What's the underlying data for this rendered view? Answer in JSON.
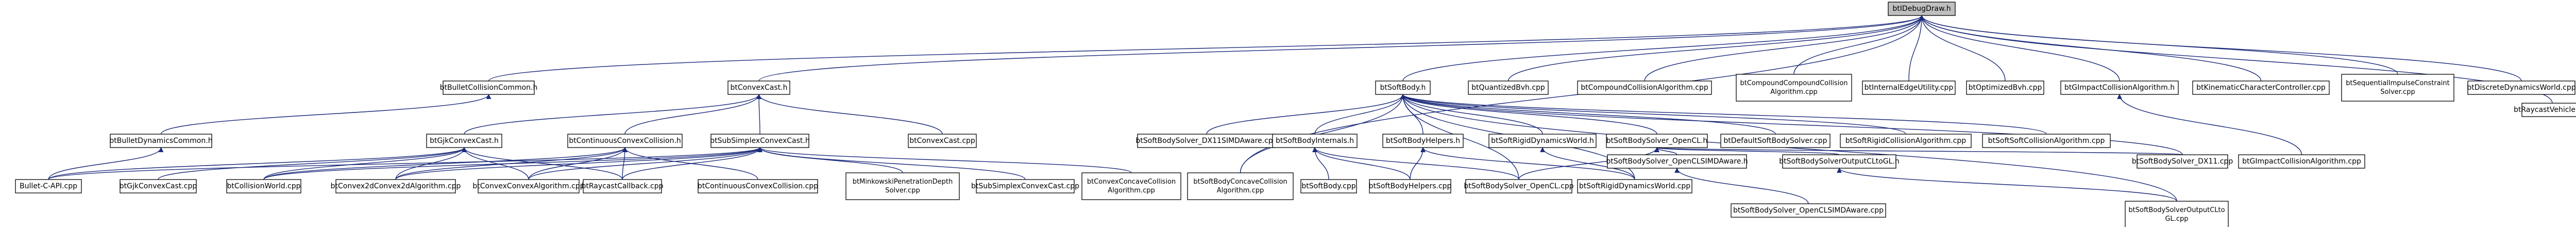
{
  "diagram": {
    "type": "include-dependency-graph",
    "colors": {
      "edge": "#1a2a7a",
      "root_fill": "#bfbfbf",
      "node_fill": "#ffffff",
      "node_border": "#000000"
    },
    "nodes": [
      {
        "id": "root",
        "label": "btIDebugDraw.h",
        "root": true
      },
      {
        "id": "bulletcollisioncommon",
        "label": "btBulletCollisionCommon.h"
      },
      {
        "id": "convexcast",
        "label": "btConvexCast.h"
      },
      {
        "id": "softbody",
        "label": "btSoftBody.h"
      },
      {
        "id": "quantizedbvh",
        "label": "btQuantizedBvh.cpp"
      },
      {
        "id": "compoundcollisionalgorithm",
        "label": "btCompoundCollisionAlgorithm.cpp"
      },
      {
        "id": "compoundcompound",
        "label": [
          "btCompoundCompoundCollision",
          "Algorithm.cpp"
        ]
      },
      {
        "id": "internaledgeutility",
        "label": "btInternalEdgeUtility.cpp"
      },
      {
        "id": "optimizedbvh",
        "label": "btOptimizedBvh.cpp"
      },
      {
        "id": "gimpactalgorithm_h",
        "label": "btGImpactCollisionAlgorithm.h"
      },
      {
        "id": "kinematiccharacter",
        "label": "btKinematicCharacterController.cpp"
      },
      {
        "id": "sequentialimpulse",
        "label": [
          "btSequentialImpulseConstraint",
          "Solver.cpp"
        ]
      },
      {
        "id": "discretedynamicsworld",
        "label": "btDiscreteDynamicsWorld.cpp"
      },
      {
        "id": "raycastvehicle",
        "label": "btRaycastVehicle.cpp"
      },
      {
        "id": "bulletdynamicscommon",
        "label": "btBulletDynamicsCommon.h"
      },
      {
        "id": "gjkconvexcast_h",
        "label": "btGjkConvexCast.h"
      },
      {
        "id": "continuousconvex_h",
        "label": "btContinuousConvexCollision.h"
      },
      {
        "id": "subsimplex_h",
        "label": "btSubSimplexConvexCast.h"
      },
      {
        "id": "convexcast_cpp",
        "label": "btConvexCast.cpp"
      },
      {
        "id": "dx11simd",
        "label": "btSoftBodySolver_DX11SIMDAware.cpp"
      },
      {
        "id": "softbodyinternals",
        "label": "btSoftBodyInternals.h"
      },
      {
        "id": "softbodyhelpers_h",
        "label": "btSoftBodyHelpers.h"
      },
      {
        "id": "softrigiddynamicsworld_h",
        "label": "btSoftRigidDynamicsWorld.h"
      },
      {
        "id": "opencl_h",
        "label": "btSoftBodySolver_OpenCL.h"
      },
      {
        "id": "defaultsoftbodysolver",
        "label": "btDefaultSoftBodySolver.cpp"
      },
      {
        "id": "softrigidcollision",
        "label": "btSoftRigidCollisionAlgorithm.cpp"
      },
      {
        "id": "softsoftcollision",
        "label": "btSoftSoftCollisionAlgorithm.cpp"
      },
      {
        "id": "dx11",
        "label": "btSoftBodySolver_DX11.cpp"
      },
      {
        "id": "gimpactalgorithm_cpp",
        "label": "btGImpactCollisionAlgorithm.cpp"
      },
      {
        "id": "bulletcapi",
        "label": "Bullet-C-API.cpp"
      },
      {
        "id": "gjkconvexcast_cpp",
        "label": "btGjkConvexCast.cpp"
      },
      {
        "id": "collisionworld",
        "label": "btCollisionWorld.cpp"
      },
      {
        "id": "convex2dconvex2d",
        "label": "btConvex2dConvex2dAlgorithm.cpp"
      },
      {
        "id": "convexconvex",
        "label": "btConvexConvexAlgorithm.cpp"
      },
      {
        "id": "raycastcallback",
        "label": "btRaycastCallback.cpp"
      },
      {
        "id": "continuousconvex_cpp",
        "label": "btContinuousConvexCollision.cpp"
      },
      {
        "id": "minkowski",
        "label": [
          "btMinkowskiPenetrationDepth",
          "Solver.cpp"
        ]
      },
      {
        "id": "subsimplex_cpp",
        "label": "btSubSimplexConvexCast.cpp"
      },
      {
        "id": "convexconcave",
        "label": [
          "btConvexConcaveCollision",
          "Algorithm.cpp"
        ]
      },
      {
        "id": "softbodyconcave",
        "label": [
          "btSoftBodyConcaveCollision",
          "Algorithm.cpp"
        ]
      },
      {
        "id": "softbody_cpp",
        "label": "btSoftBody.cpp"
      },
      {
        "id": "softbodyhelpers_cpp",
        "label": "btSoftBodyHelpers.cpp"
      },
      {
        "id": "opencl_cpp",
        "label": "btSoftBodySolver_OpenCL.cpp"
      },
      {
        "id": "softrigiddynamicsworld_cpp",
        "label": "btSoftRigidDynamicsWorld.cpp"
      },
      {
        "id": "openclsimd_h",
        "label": "btSoftBodySolver_OpenCLSIMDAware.h"
      },
      {
        "id": "outputclgl_h",
        "label": "btSoftBodySolverOutputCLtoGL.h"
      },
      {
        "id": "openclsimd_cpp",
        "label": "btSoftBodySolver_OpenCLSIMDAware.cpp"
      },
      {
        "id": "outputclgl_cpp",
        "label": [
          "btSoftBodySolverOutputCLto",
          "GL.cpp"
        ]
      }
    ],
    "edges": [
      [
        "root",
        "bulletcollisioncommon"
      ],
      [
        "root",
        "convexcast"
      ],
      [
        "root",
        "softbody"
      ],
      [
        "root",
        "quantizedbvh"
      ],
      [
        "root",
        "compoundcollisionalgorithm"
      ],
      [
        "root",
        "compoundcompound"
      ],
      [
        "root",
        "internaledgeutility"
      ],
      [
        "root",
        "optimizedbvh"
      ],
      [
        "root",
        "gimpactalgorithm_h"
      ],
      [
        "root",
        "kinematiccharacter"
      ],
      [
        "root",
        "sequentialimpulse"
      ],
      [
        "root",
        "discretedynamicsworld"
      ],
      [
        "root",
        "raycastvehicle"
      ],
      [
        "root",
        "softbodyconcave"
      ],
      [
        "bulletcollisioncommon",
        "bulletdynamicscommon"
      ],
      [
        "bulletdynamicscommon",
        "bulletcapi"
      ],
      [
        "convexcast",
        "gjkconvexcast_h"
      ],
      [
        "convexcast",
        "continuousconvex_h"
      ],
      [
        "convexcast",
        "subsimplex_h"
      ],
      [
        "convexcast",
        "convexcast_cpp"
      ],
      [
        "gjkconvexcast_h",
        "bulletcapi"
      ],
      [
        "gjkconvexcast_h",
        "gjkconvexcast_cpp"
      ],
      [
        "gjkconvexcast_h",
        "collisionworld"
      ],
      [
        "gjkconvexcast_h",
        "convex2dconvex2d"
      ],
      [
        "gjkconvexcast_h",
        "convexconvex"
      ],
      [
        "gjkconvexcast_h",
        "raycastcallback"
      ],
      [
        "continuousconvex_h",
        "collisionworld"
      ],
      [
        "continuousconvex_h",
        "convex2dconvex2d"
      ],
      [
        "continuousconvex_h",
        "convexconvex"
      ],
      [
        "continuousconvex_h",
        "raycastcallback"
      ],
      [
        "continuousconvex_h",
        "continuousconvex_cpp"
      ],
      [
        "subsimplex_h",
        "bulletcapi"
      ],
      [
        "subsimplex_h",
        "collisionworld"
      ],
      [
        "subsimplex_h",
        "convex2dconvex2d"
      ],
      [
        "subsimplex_h",
        "convexconvex"
      ],
      [
        "subsimplex_h",
        "raycastcallback"
      ],
      [
        "subsimplex_h",
        "minkowski"
      ],
      [
        "subsimplex_h",
        "subsimplex_cpp"
      ],
      [
        "subsimplex_h",
        "convexconcave"
      ],
      [
        "softbody",
        "dx11simd"
      ],
      [
        "softbody",
        "softbodyinternals"
      ],
      [
        "softbody",
        "softbodyhelpers_h"
      ],
      [
        "softbody",
        "softrigiddynamicsworld_h"
      ],
      [
        "softbody",
        "opencl_h"
      ],
      [
        "softbody",
        "defaultsoftbodysolver"
      ],
      [
        "softbody",
        "softrigidcollision"
      ],
      [
        "softbody",
        "softsoftcollision"
      ],
      [
        "softbody",
        "dx11"
      ],
      [
        "softbody",
        "softbodyconcave"
      ],
      [
        "softbody",
        "opencl_cpp"
      ],
      [
        "softbody",
        "softrigiddynamicsworld_cpp"
      ],
      [
        "softbody",
        "outputclgl_cpp"
      ],
      [
        "softbodyinternals",
        "softbody_cpp"
      ],
      [
        "softbodyinternals",
        "softbodyhelpers_cpp"
      ],
      [
        "softbodyinternals",
        "opencl_cpp"
      ],
      [
        "softbodyhelpers_h",
        "softbodyhelpers_cpp"
      ],
      [
        "softbodyhelpers_h",
        "softrigiddynamicsworld_cpp"
      ],
      [
        "softrigiddynamicsworld_h",
        "softrigiddynamicsworld_cpp"
      ],
      [
        "opencl_h",
        "opencl_cpp"
      ],
      [
        "opencl_h",
        "openclsimd_h"
      ],
      [
        "opencl_h",
        "outputclgl_h"
      ],
      [
        "opencl_h",
        "dx11"
      ],
      [
        "openclsimd_h",
        "openclsimd_cpp"
      ],
      [
        "outputclgl_h",
        "outputclgl_cpp"
      ],
      [
        "gimpactalgorithm_h",
        "gimpactalgorithm_cpp"
      ]
    ]
  }
}
